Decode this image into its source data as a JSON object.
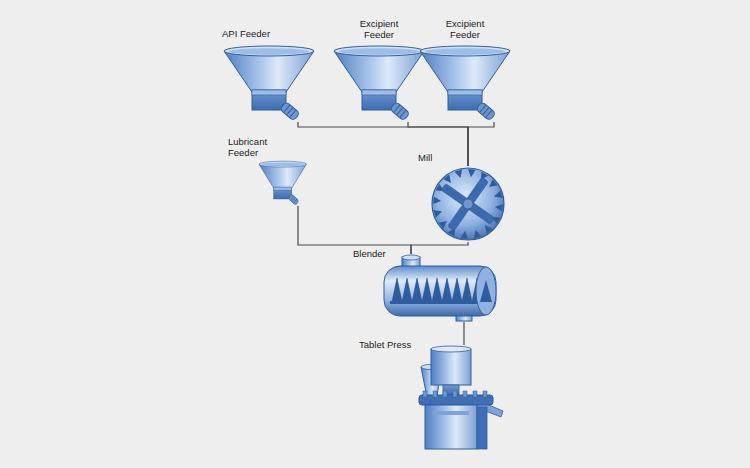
{
  "diagram": {
    "nodes": [
      {
        "text": [
          "API Feeder"
        ]
      },
      {
        "text": [
          "Excipient Feeder"
        ]
      },
      {
        "text": [
          "Excipient Feeder"
        ]
      },
      {
        "text": [
          "Lubricant Feeder"
        ]
      },
      {
        "text": [
          "Mill"
        ]
      },
      {
        "text": [
          "Blender"
        ]
      },
      {
        "text": [
          "Tablet Press"
        ]
      }
    ],
    "edges": [
      {
        "from": 0,
        "to": 4,
        "arrow": "none"
      },
      {
        "from": 1,
        "to": 4,
        "arrow": "none"
      },
      {
        "from": 2,
        "to": 4,
        "arrow": "none"
      },
      {
        "from": 3,
        "to": 5,
        "arrow": "none"
      },
      {
        "from": 4,
        "to": 5,
        "arrow": "none"
      },
      {
        "from": 5,
        "to": 6,
        "arrow": "none"
      }
    ]
  }
}
